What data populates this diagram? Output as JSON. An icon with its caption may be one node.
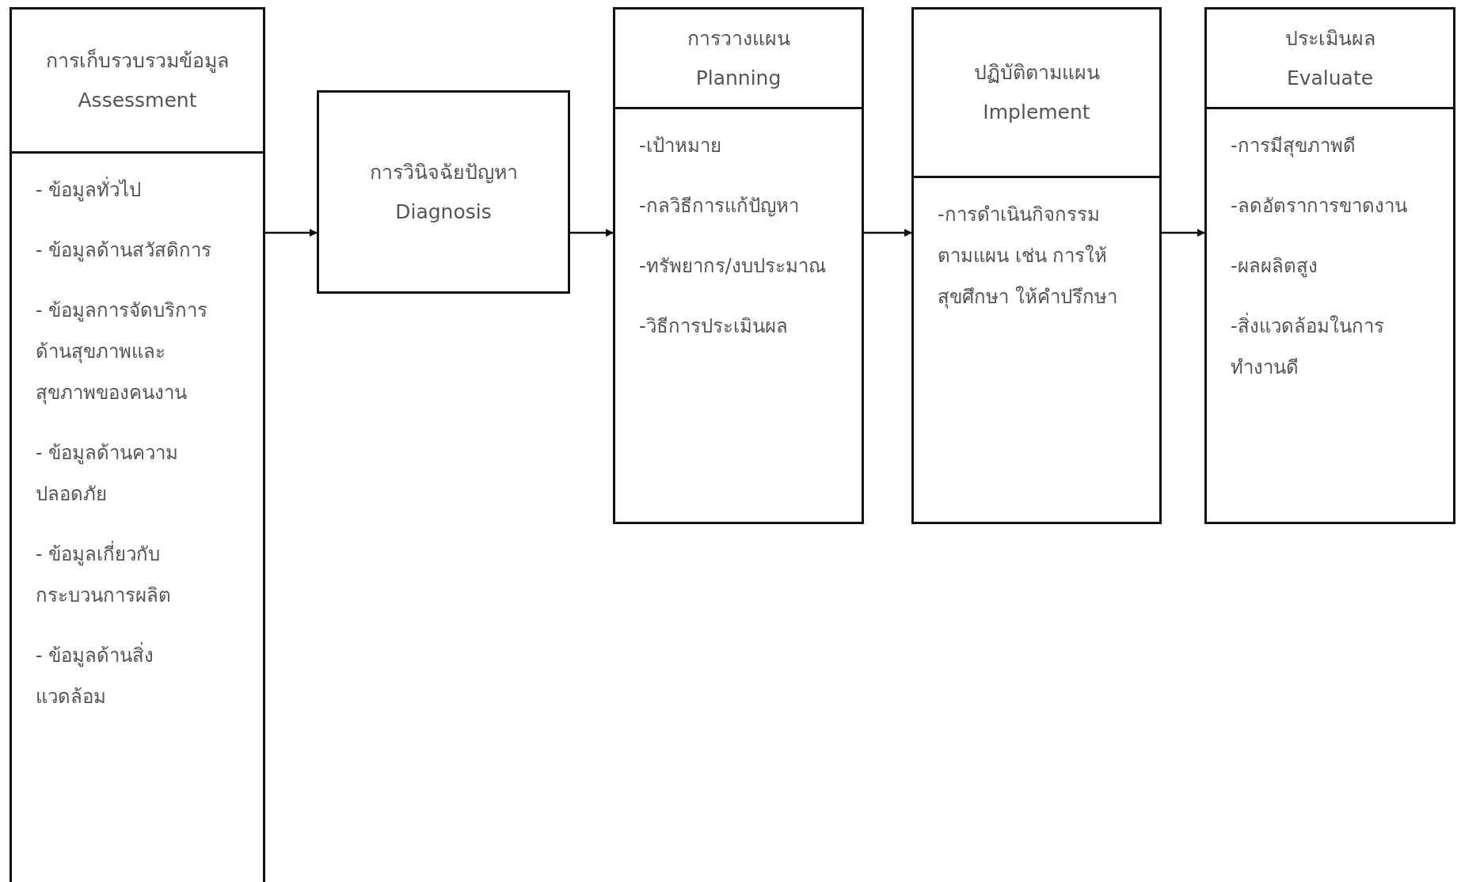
{
  "diagram": {
    "nodes": [
      {
        "text": [
          "การเก็บรวบรวมข้อมูล Assessment",
          "- ข้อมูลทั่วไป",
          "- ข้อมูลด้านสวัสดิการ",
          "- ข้อมูลการจัดบริการด้านสุขภาพและสุขภาพของคนงาน",
          "- ข้อมูลด้านความปลอดภัย",
          "- ข้อมูลเกี่ยวกับกระบวนการผลิต",
          "- ข้อมูลด้านสิ่งแวดล้อม"
        ]
      },
      {
        "text": [
          "การวินิจฉัยปัญหา Diagnosis"
        ]
      },
      {
        "text": [
          "การวางแผน Planning",
          "-เป้าหมาย",
          "-กลวิธีการแก้ปัญหา",
          "-ทรัพยากร/งบประมาณ",
          "-วิธีการประเมินผล"
        ]
      },
      {
        "text": [
          "ปฏิบัติตามแผน Implement",
          "-การดำเนินกิจกรรมตามแผน เช่น การให้สุขศึกษา ให้คำปรึกษา"
        ]
      },
      {
        "text": [
          "ประเมินผล Evaluate",
          "-การมีสุขภาพดี",
          "-ลดอัตราการขาดงาน",
          "-ผลผลิตสูง",
          "-สิ่งแวดล้อมในการทำงานดี"
        ]
      }
    ],
    "edges": [
      {
        "from": 0,
        "to": 1,
        "arrow": "to"
      },
      {
        "from": 1,
        "to": 2,
        "arrow": "to"
      },
      {
        "from": 2,
        "to": 3,
        "arrow": "to"
      },
      {
        "from": 3,
        "to": 4,
        "arrow": "to"
      }
    ]
  }
}
